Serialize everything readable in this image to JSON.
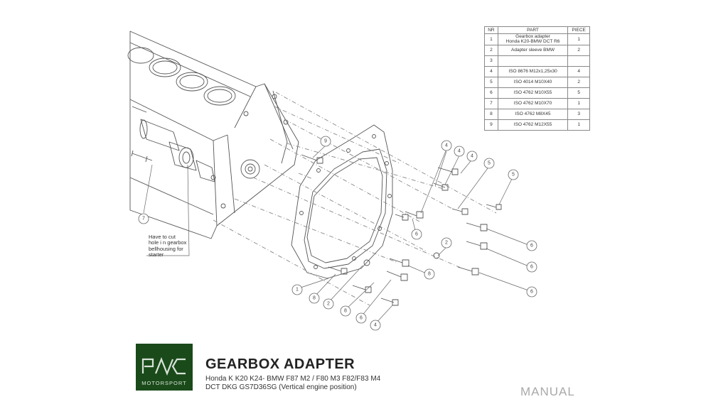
{
  "parts_table": {
    "headers": {
      "nr": "NR",
      "part": "PART",
      "piece": "PIECE"
    },
    "rows": [
      {
        "nr": "1",
        "part_line1": "Gearbox adapter",
        "part_line2": "Honda K20-BMW DCT R6",
        "piece": "1"
      },
      {
        "nr": "2",
        "part_line1": "Adapter sleeve BMW",
        "part_line2": "",
        "piece": "2"
      },
      {
        "nr": "3",
        "part_line1": "",
        "part_line2": "",
        "piece": ""
      },
      {
        "nr": "4",
        "part_line1": "ISO 8676 M12x1,25x30",
        "part_line2": "",
        "piece": "4"
      },
      {
        "nr": "5",
        "part_line1": "ISO 4014 M10X40",
        "part_line2": "",
        "piece": "2"
      },
      {
        "nr": "6",
        "part_line1": "ISO 4762 M10X55",
        "part_line2": "",
        "piece": "5"
      },
      {
        "nr": "7",
        "part_line1": "ISO 4762 M10X70",
        "part_line2": "",
        "piece": "1"
      },
      {
        "nr": "8",
        "part_line1": "ISO 4762 M8X45",
        "part_line2": "",
        "piece": "3"
      },
      {
        "nr": "9",
        "part_line1": "ISO 4762 M12X55",
        "part_line2": "",
        "piece": "1"
      }
    ]
  },
  "callouts": {
    "c1": "1",
    "c2a": "2",
    "c2b": "2",
    "c4a": "4",
    "c4b": "4",
    "c4c": "4",
    "c4d": "4",
    "c5a": "5",
    "c5b": "5",
    "c6a": "6",
    "c6b": "6",
    "c6c": "6",
    "c6d": "6",
    "c6e": "6",
    "c7": "7",
    "c8a": "8",
    "c8b": "8",
    "c8c": "8",
    "c9": "9"
  },
  "note": {
    "line1": "Have to cut",
    "line2": "hole i n gearbox",
    "line3": "bellhousing for",
    "line4": "starter"
  },
  "brand": {
    "logo_text": "MOTORSPORT",
    "logo_bg": "#1a4a1a"
  },
  "title": "GEARBOX ADAPTER",
  "subtitle_line1": "Honda K K20 K24- BMW F87 M2 / F80 M3 F82/F83 M4",
  "subtitle_line2": "DCT DKG GS7D36SG (Vertical engine position)",
  "footer_label": "MANUAL"
}
